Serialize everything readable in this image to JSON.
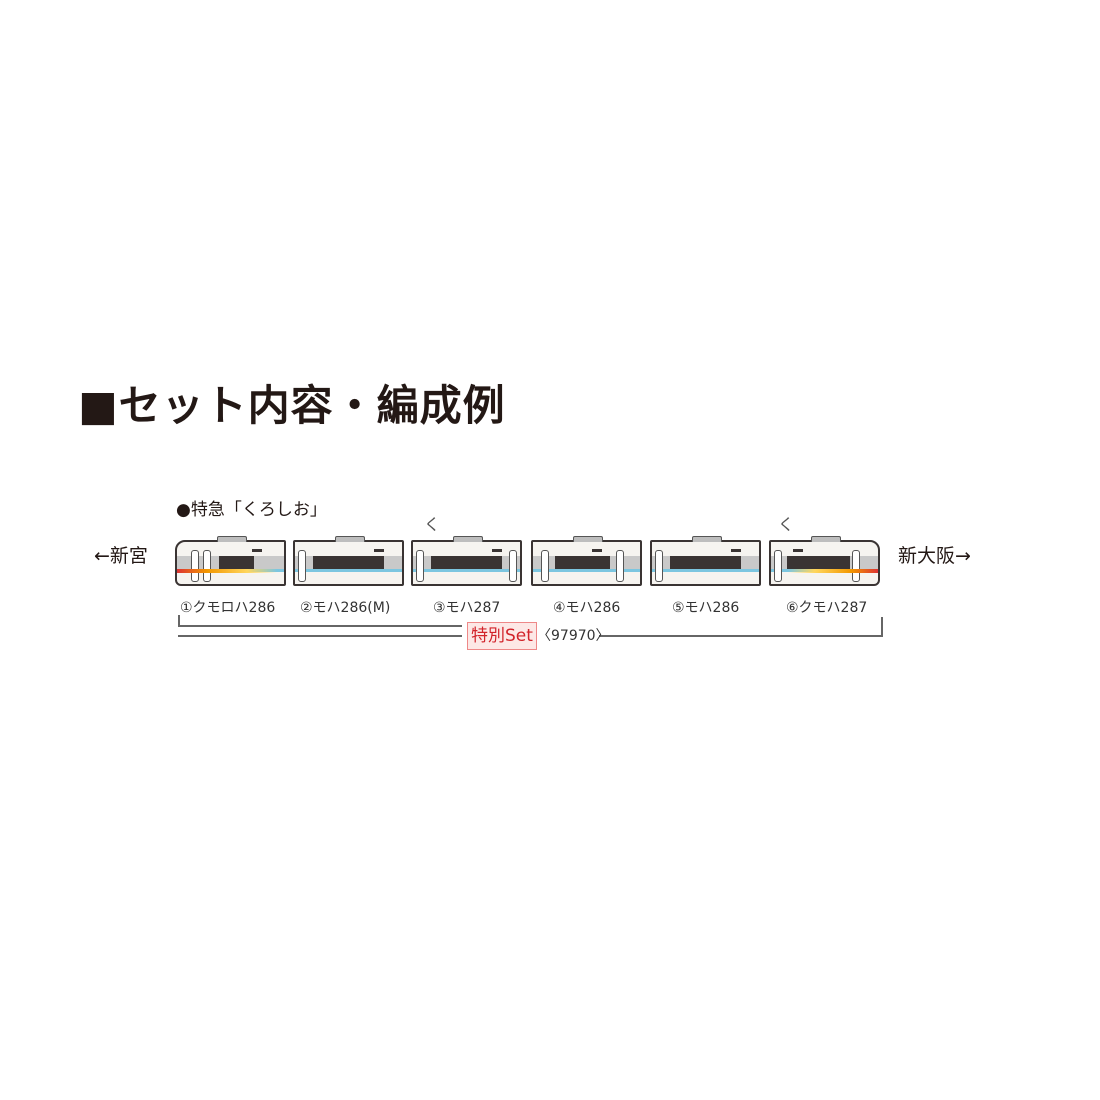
{
  "title": "■セット内容・編成例",
  "train_name": "●特急「くろしお」",
  "direction_left": "←新宮",
  "direction_right": "新大阪→",
  "cars": [
    {
      "label": "①クモロハ286"
    },
    {
      "label": "②モハ286(M)"
    },
    {
      "label": "③モハ287"
    },
    {
      "label": "④モハ286"
    },
    {
      "label": "⑤モハ286"
    },
    {
      "label": "⑥クモハ287"
    }
  ],
  "set_badge": "特別Set",
  "set_number": "〈97970〉",
  "pantograph_symbol": "く"
}
